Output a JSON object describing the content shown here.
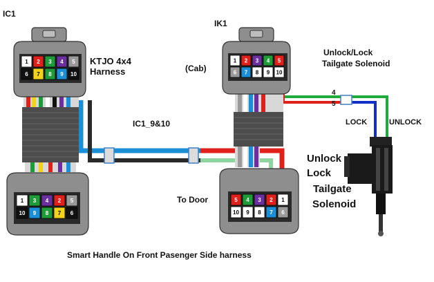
{
  "labels": {
    "ic1": "IC1",
    "ik1": "IK1",
    "harness_line1": "KTJO 4x4",
    "harness_line2": "Harness",
    "cab": "(Cab)",
    "splice": "IC1_9&10",
    "solenoid_title_line1": "Unlock/Lock",
    "solenoid_title_line2": "Tailgate Solenoid",
    "wire_4": "4",
    "wire_5": "5",
    "lock": "LOCK",
    "unlock": "UNLOCK",
    "to_door": "To Door",
    "big_unlock": "Unlock",
    "big_lock": "Lock",
    "big_tailgate": "Tailgate",
    "big_solenoid": "Solenoid",
    "caption": "Smart Handle On Front Pasenger Side harness"
  },
  "connectors": {
    "ic1_top": {
      "row1": [
        {
          "t": "1",
          "bg": "#ffffff",
          "fg": "#000000"
        },
        {
          "t": "2",
          "bg": "#e0201b",
          "fg": "#ffffff"
        },
        {
          "t": "3",
          "bg": "#1f9b3a",
          "fg": "#ffffff"
        },
        {
          "t": "4",
          "bg": "#6b2fa0",
          "fg": "#ffffff"
        },
        {
          "t": "5",
          "bg": "#9a9a9a",
          "fg": "#ffffff"
        }
      ],
      "row2": [
        {
          "t": "6",
          "bg": "#111111",
          "fg": "#ffffff"
        },
        {
          "t": "7",
          "bg": "#f2d21a",
          "fg": "#000000"
        },
        {
          "t": "8",
          "bg": "#1f9b3a",
          "fg": "#ffffff"
        },
        {
          "t": "9",
          "bg": "#1a8fd8",
          "fg": "#ffffff"
        },
        {
          "t": "10",
          "bg": "#111111",
          "fg": "#ffffff"
        }
      ]
    },
    "ik1_top": {
      "row1": [
        {
          "t": "1",
          "bg": "#ffffff",
          "fg": "#000000"
        },
        {
          "t": "2",
          "bg": "#e0201b",
          "fg": "#ffffff"
        },
        {
          "t": "3",
          "bg": "#6b2fa0",
          "fg": "#ffffff"
        },
        {
          "t": "4",
          "bg": "#1f9b3a",
          "fg": "#ffffff"
        },
        {
          "t": "5",
          "bg": "#e0201b",
          "fg": "#ffffff"
        }
      ],
      "row2": [
        {
          "t": "6",
          "bg": "#9a9a9a",
          "fg": "#ffffff"
        },
        {
          "t": "7",
          "bg": "#1a8fd8",
          "fg": "#ffffff"
        },
        {
          "t": "8",
          "bg": "#ffffff",
          "fg": "#000000"
        },
        {
          "t": "9",
          "bg": "#ffffff",
          "fg": "#000000"
        },
        {
          "t": "10",
          "bg": "#ffffff",
          "fg": "#000000"
        }
      ]
    },
    "ic1_bottom": {
      "row1": [
        {
          "t": "1",
          "bg": "#ffffff",
          "fg": "#000000"
        },
        {
          "t": "3",
          "bg": "#1f9b3a",
          "fg": "#ffffff"
        },
        {
          "t": "4",
          "bg": "#6b2fa0",
          "fg": "#ffffff"
        },
        {
          "t": "2",
          "bg": "#e0201b",
          "fg": "#ffffff"
        },
        {
          "t": "5",
          "bg": "#9a9a9a",
          "fg": "#ffffff"
        }
      ],
      "row2": [
        {
          "t": "10",
          "bg": "#111111",
          "fg": "#ffffff"
        },
        {
          "t": "9",
          "bg": "#1a8fd8",
          "fg": "#ffffff"
        },
        {
          "t": "8",
          "bg": "#1f9b3a",
          "fg": "#ffffff"
        },
        {
          "t": "7",
          "bg": "#f2d21a",
          "fg": "#000000"
        },
        {
          "t": "6",
          "bg": "#111111",
          "fg": "#ffffff"
        }
      ]
    },
    "door_bottom": {
      "row1": [
        {
          "t": "5",
          "bg": "#e0201b",
          "fg": "#ffffff"
        },
        {
          "t": "4",
          "bg": "#1f9b3a",
          "fg": "#ffffff"
        },
        {
          "t": "3",
          "bg": "#6b2fa0",
          "fg": "#ffffff"
        },
        {
          "t": "2",
          "bg": "#e0201b",
          "fg": "#ffffff"
        },
        {
          "t": "1",
          "bg": "#ffffff",
          "fg": "#000000"
        }
      ],
      "row2": [
        {
          "t": "10",
          "bg": "#ffffff",
          "fg": "#000000"
        },
        {
          "t": "9",
          "bg": "#ffffff",
          "fg": "#000000"
        },
        {
          "t": "8",
          "bg": "#ffffff",
          "fg": "#000000"
        },
        {
          "t": "7",
          "bg": "#1a8fd8",
          "fg": "#ffffff"
        },
        {
          "t": "6",
          "bg": "#9a9a9a",
          "fg": "#ffffff"
        }
      ]
    }
  },
  "colors": {
    "blue_wire": "#1a8fd8",
    "black_wire": "#2a2a2a",
    "red_wire": "#e0201b",
    "green_wire": "#1faa3c",
    "light_green_wire": "#8fd4a0",
    "dark_blue_wire": "#1030c8",
    "connector_body": "#8e8e8e"
  }
}
